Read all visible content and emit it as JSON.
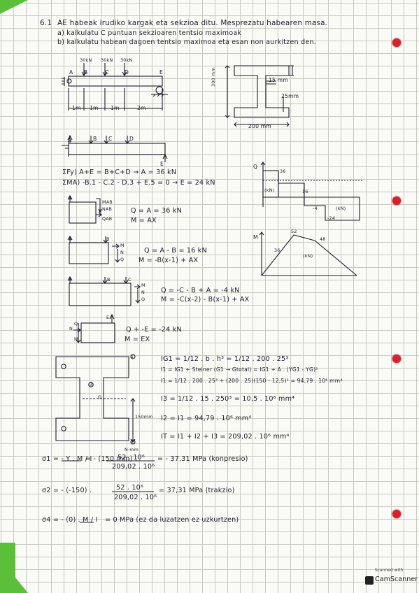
{
  "page": {
    "problem_number": "6.1",
    "title": "AE habeak irudiko kargak eta sekzioa ditu. Mesprezatu habearen masa.",
    "part_a": "a) kalkulatu C puntuan sekzioaren tentsio maximoak",
    "part_b": "b) kalkulatu habean dagoen tentsio maximoa eta esan non aurkitzen den."
  },
  "beam_diagram": {
    "loads": [
      "30kN",
      "30kN",
      "30kN"
    ],
    "points": [
      "A",
      "B",
      "C",
      "D",
      "E"
    ],
    "spans": [
      "1m",
      "1m",
      "1m",
      "2m"
    ]
  },
  "section": {
    "height": "300 mm",
    "flange_thickness": "15 mm",
    "web_dim": "25mm",
    "width": "200 mm"
  },
  "equilibrium": {
    "fbd_points": [
      "A",
      "B",
      "C",
      "D",
      "E"
    ],
    "sum_forces": "ΣFy) A+E = B+C+D → A = 36 kN",
    "sum_moments": "ƩMA) -B.1 - C.2 - D.3 + E.5 = 0 → E = 24 kN"
  },
  "cuts": [
    {
      "q": "Q = A = 36 kN",
      "m": "M = AX",
      "labels": [
        "A",
        "MAB",
        "NAB",
        "QAB"
      ]
    },
    {
      "q": "Q = A - B = 16 kN",
      "m": "M = -B(x-1) + AX",
      "labels": [
        "A",
        "B",
        "M",
        "N",
        "Q"
      ]
    },
    {
      "q": "Q = -C - B + A = -4 kN",
      "m": "M = -C(x-2) - B(x-1) + AX",
      "labels": [
        "A",
        "B",
        "C",
        "M",
        "N",
        "Q"
      ]
    },
    {
      "q": "Q + -E = -24 kN",
      "m": "M = EX",
      "labels": [
        "E",
        "N",
        "Q",
        "M"
      ]
    }
  ],
  "shear_diagram": {
    "axis": "Q",
    "values": [
      "36",
      "16",
      "-4",
      "-24"
    ],
    "unit_pos": "(kN)",
    "unit_neg": "(kN)"
  },
  "moment_diagram": {
    "axis": "M",
    "values": [
      "36",
      "52",
      "48"
    ],
    "unit": "(kN)"
  },
  "inertia": {
    "labels": [
      "1",
      "2",
      "3",
      "G"
    ],
    "dim": "150mm",
    "lines": [
      "IG1 = 1/12 . b . h³ = 1/12 . 200 . 25³",
      "I1 = IG1 + Steiner (G1 → Gtotal) = IG1 + A . (YG1 - YG)²",
      "I1 = 1/12 . 200 . 25³ + (200 . 25)(150 - 12,5)² = 94,79 . 10⁶ mm⁴",
      "I3 = 1/12 . 15 . 250³ = 10,5 . 10⁶ mm⁴",
      "I2 = I1 = 94,79 . 10⁶ mm⁴",
      "IT = I1 + I2 + I3 = 209,02 . 10⁶ mm⁴"
    ]
  },
  "stress": {
    "s1_lhs": "σ1 = - Y . M / I",
    "s1_mid": "= - (150 mm) .",
    "s1_num": "52 . 10⁶",
    "s1_num_unit": "N·mm",
    "s1_den": "209,02 . 10⁶",
    "s1_res": "= - 37,31 MPa (konpresio)",
    "s2_lhs": "σ2 = - (-150) .",
    "s2_num": "52 . 10⁶",
    "s2_den": "209,02 . 10⁶",
    "s2_res": "= 37,31 MPa (trakzio)",
    "s4_lhs": "σ4 = - (0) . M / I",
    "s4_res": "= 0 MPa (ez da luzatzen ez uzkurtzen)"
  },
  "footer": {
    "scanned_with": "Scanned with",
    "brand": "CamScanner"
  },
  "colors": {
    "ink": "#1c1d2c",
    "hole": "#d8212a",
    "bar": "#5bbf3a",
    "grid": "#c9c9c2"
  }
}
